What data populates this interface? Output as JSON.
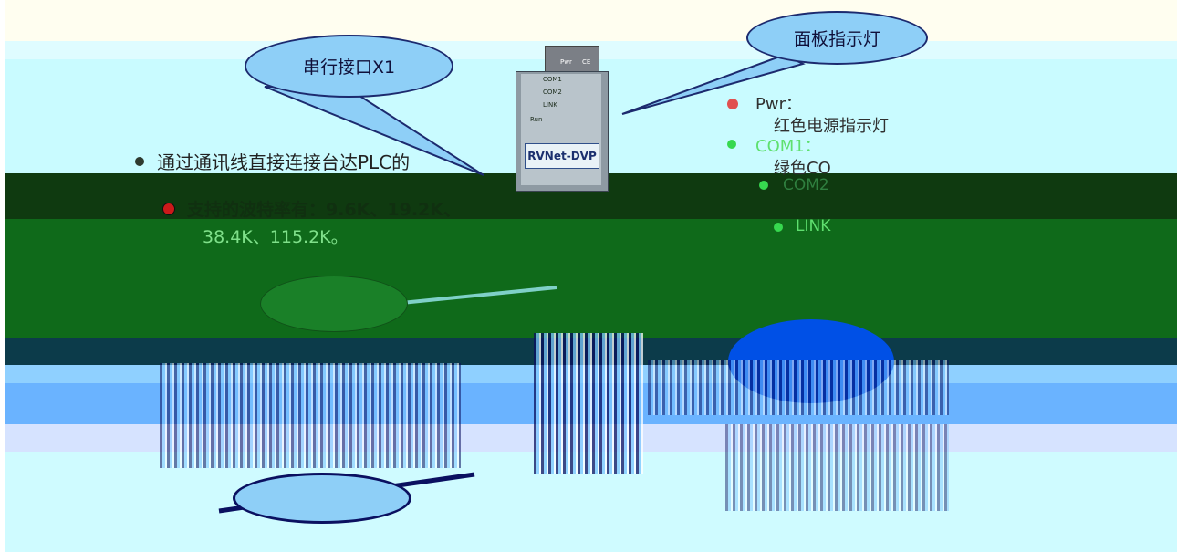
{
  "callouts": {
    "serial_port": "串行接口X1",
    "panel_indicator": "面板指示灯"
  },
  "device": {
    "model_label": "RVNet-DVP",
    "top_pwr": "Pwr",
    "top_ce": "CE",
    "led_com1": "COM1",
    "led_com2": "COM2",
    "led_link": "LINK",
    "led_run": "Run"
  },
  "left_points": [
    {
      "text": "通过通讯线直接连接台达PLC的"
    },
    {
      "text": "支持的波特率有：9.6K、19.2K、"
    },
    {
      "text": "38.4K、115.2K。"
    }
  ],
  "right_points": {
    "pwr_label": "Pwr：",
    "pwr_desc": "红色电源指示灯",
    "com1_label": "COM1：",
    "com1_desc": "绿色CO",
    "com2_label": "COM2",
    "link_label": "LINK"
  },
  "colors": {
    "sky": "#6ef0ff",
    "dark_green": "#0f3a10",
    "green": "#0f6a1a",
    "navy": "#0a1060",
    "callout_fill": "#8ecff7",
    "red_dot": "#e05050",
    "green_dot": "#37d84f"
  }
}
